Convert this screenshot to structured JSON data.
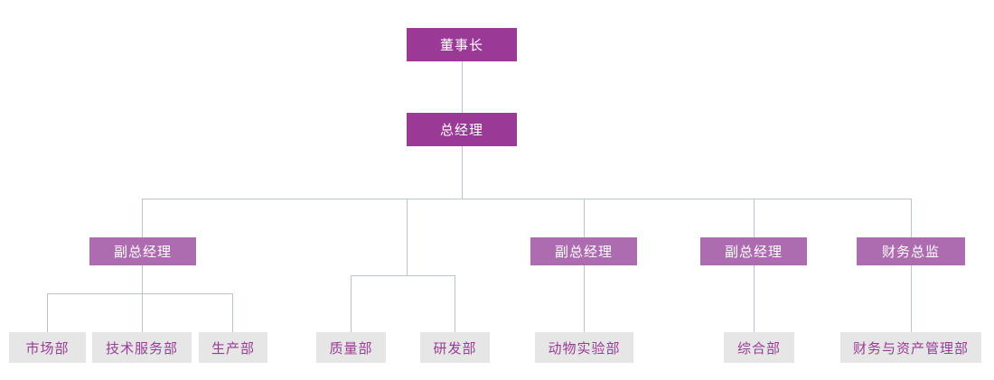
{
  "chart_title": "",
  "colors": {
    "executive_box": "#9B3A96",
    "vp_box": "#AE6CB0",
    "department_box": "#E6E6E6",
    "department_text": "#9B3A96",
    "connector_line": "#B9C5CE",
    "canvas_background": "#FFFFFF"
  },
  "org": {
    "chairman": {
      "label": "董事长"
    },
    "general_manager": {
      "label": "总经理"
    },
    "level2": [
      {
        "label": "副总经理"
      },
      {
        "label": "副总经理"
      },
      {
        "label": "副总经理"
      },
      {
        "label": "财务总监"
      }
    ],
    "departments": [
      {
        "label": "市场部"
      },
      {
        "label": "技术服务部"
      },
      {
        "label": "生产部"
      },
      {
        "label": "质量部"
      },
      {
        "label": "研发部"
      },
      {
        "label": "动物实验部"
      },
      {
        "label": "综合部"
      },
      {
        "label": "财务与资产管理部"
      }
    ]
  }
}
